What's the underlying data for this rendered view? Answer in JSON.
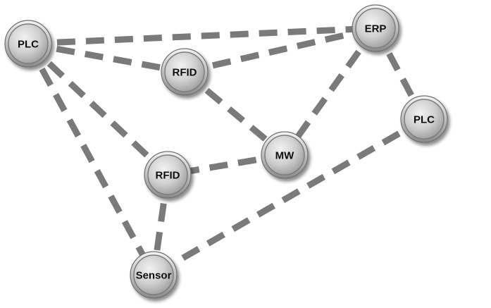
{
  "diagram": {
    "nodes": [
      {
        "id": "plc_left",
        "label": "PLC"
      },
      {
        "id": "erp",
        "label": "ERP"
      },
      {
        "id": "rfid_top",
        "label": "RFID"
      },
      {
        "id": "plc_right",
        "label": "PLC"
      },
      {
        "id": "mw",
        "label": "MW"
      },
      {
        "id": "rfid_low",
        "label": "RFID"
      },
      {
        "id": "sensor",
        "label": "Sensor"
      }
    ],
    "edges": [
      {
        "from": "plc_left",
        "to": "erp"
      },
      {
        "from": "plc_left",
        "to": "rfid_top"
      },
      {
        "from": "plc_left",
        "to": "rfid_low"
      },
      {
        "from": "plc_left",
        "to": "sensor"
      },
      {
        "from": "rfid_top",
        "to": "erp"
      },
      {
        "from": "rfid_top",
        "to": "mw"
      },
      {
        "from": "erp",
        "to": "mw"
      },
      {
        "from": "erp",
        "to": "plc_right"
      },
      {
        "from": "mw",
        "to": "rfid_low"
      },
      {
        "from": "rfid_low",
        "to": "sensor"
      },
      {
        "from": "plc_right",
        "to": "sensor"
      }
    ],
    "colors": {
      "edge": "#7a7a7a",
      "node_fill_light": "#e4e4e4",
      "node_fill_dark": "#9c9c9c",
      "node_ring": "#8a8a8a",
      "label": "#111111"
    }
  }
}
